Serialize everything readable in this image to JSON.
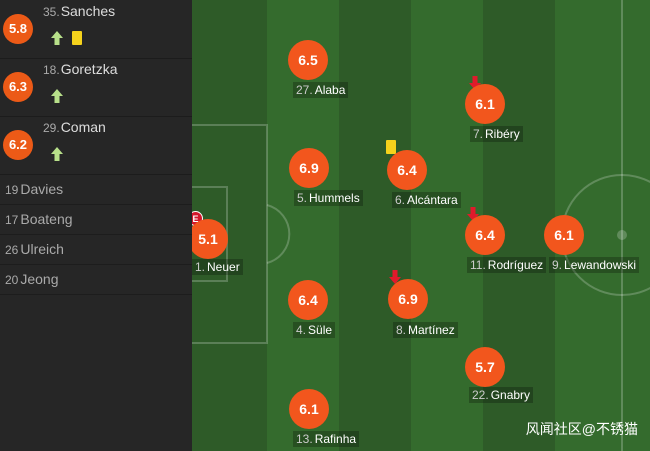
{
  "substitutes": [
    {
      "rating": "5.8",
      "number": "35.",
      "name": "Sanches",
      "icons": [
        "sub-in-arrow",
        "yellow-card"
      ]
    },
    {
      "rating": "6.3",
      "number": "18.",
      "name": "Goretzka",
      "icons": [
        "sub-in-arrow"
      ]
    },
    {
      "rating": "6.2",
      "number": "29.",
      "name": "Coman",
      "icons": [
        "sub-in-arrow"
      ]
    }
  ],
  "bench": [
    {
      "number": "19",
      "name": "Davies"
    },
    {
      "number": "17",
      "name": "Boateng"
    },
    {
      "number": "26",
      "name": "Ulreich"
    },
    {
      "number": "20",
      "name": "Jeong"
    }
  ],
  "players": [
    {
      "id": "alaba",
      "rating": "6.5",
      "number": "27.",
      "name": "Alaba"
    },
    {
      "id": "ribery",
      "rating": "6.1",
      "number": "7.",
      "name": "Ribéry"
    },
    {
      "id": "hummels",
      "rating": "6.9",
      "number": "5.",
      "name": "Hummels"
    },
    {
      "id": "alcantara",
      "rating": "6.4",
      "number": "6.",
      "name": "Alcántara"
    },
    {
      "id": "neuer",
      "rating": "5.1",
      "number": "1.",
      "name": "Neuer"
    },
    {
      "id": "rodriguez",
      "rating": "6.4",
      "number": "11.",
      "name": "Rodríguez"
    },
    {
      "id": "lewandowski",
      "rating": "6.1",
      "number": "9.",
      "name": "Lewandowski"
    },
    {
      "id": "sule",
      "rating": "6.4",
      "number": "4.",
      "name": "Süle"
    },
    {
      "id": "martinez",
      "rating": "6.9",
      "number": "8.",
      "name": "Martínez"
    },
    {
      "id": "gnabry",
      "rating": "5.7",
      "number": "22.",
      "name": "Gnabry"
    },
    {
      "id": "rafinha",
      "rating": "6.1",
      "number": "13.",
      "name": "Rafinha"
    }
  ],
  "watermark": "风闻社区@不锈猫",
  "colors": {
    "rating": "#f2561d",
    "pitch_dark": "#2d5a27",
    "pitch_light": "#336a2c",
    "sidebar": "#262626"
  }
}
